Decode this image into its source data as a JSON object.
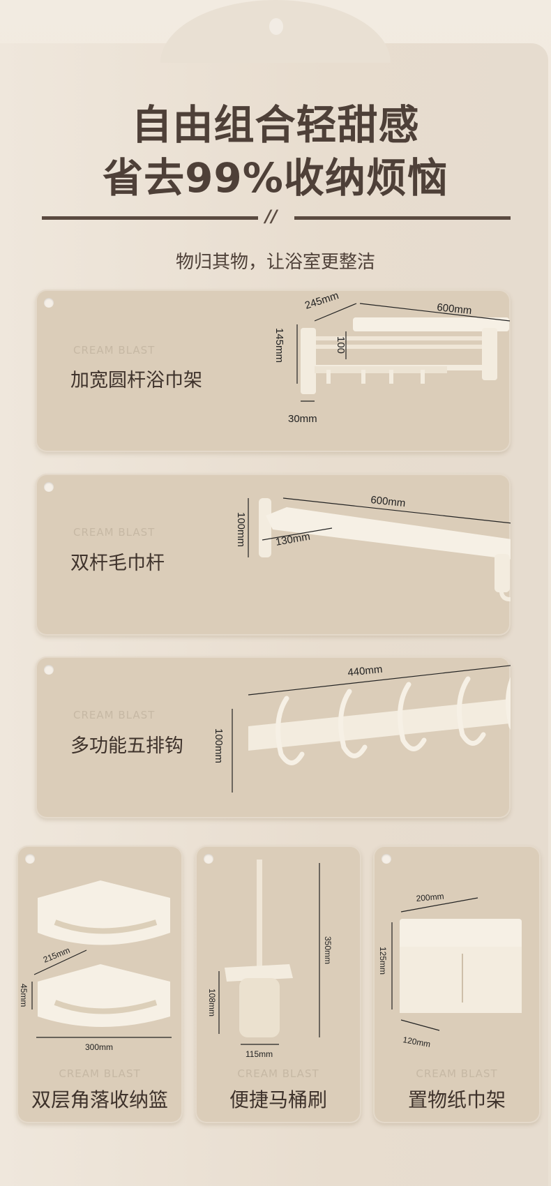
{
  "header": {
    "title_line1": "自由组合轻甜感",
    "title_line2": "省去99%收纳烦恼",
    "divider_mark": "//",
    "subtitle": "物归其物，让浴室更整洁"
  },
  "brand": "CREAM BLAST",
  "products": [
    {
      "name": "加宽圆杆浴巾架",
      "dims": [
        "245mm",
        "600mm",
        "145mm",
        "100",
        "30mm"
      ]
    },
    {
      "name": "双杆毛巾杆",
      "dims": [
        "600mm",
        "100mm",
        "130mm"
      ]
    },
    {
      "name": "多功能五排钩",
      "dims": [
        "440mm",
        "100mm"
      ]
    },
    {
      "name": "双层角落收纳篮",
      "dims": [
        "215mm",
        "45mm",
        "300mm"
      ]
    },
    {
      "name": "便捷马桶刷",
      "dims": [
        "350mm",
        "108mm",
        "115mm"
      ]
    },
    {
      "name": "置物纸巾架",
      "dims": [
        "200mm",
        "125mm",
        "120mm"
      ]
    }
  ],
  "colors": {
    "text": "#4e4038",
    "card": "#dbcdb9",
    "product": "#f3ecdf"
  }
}
